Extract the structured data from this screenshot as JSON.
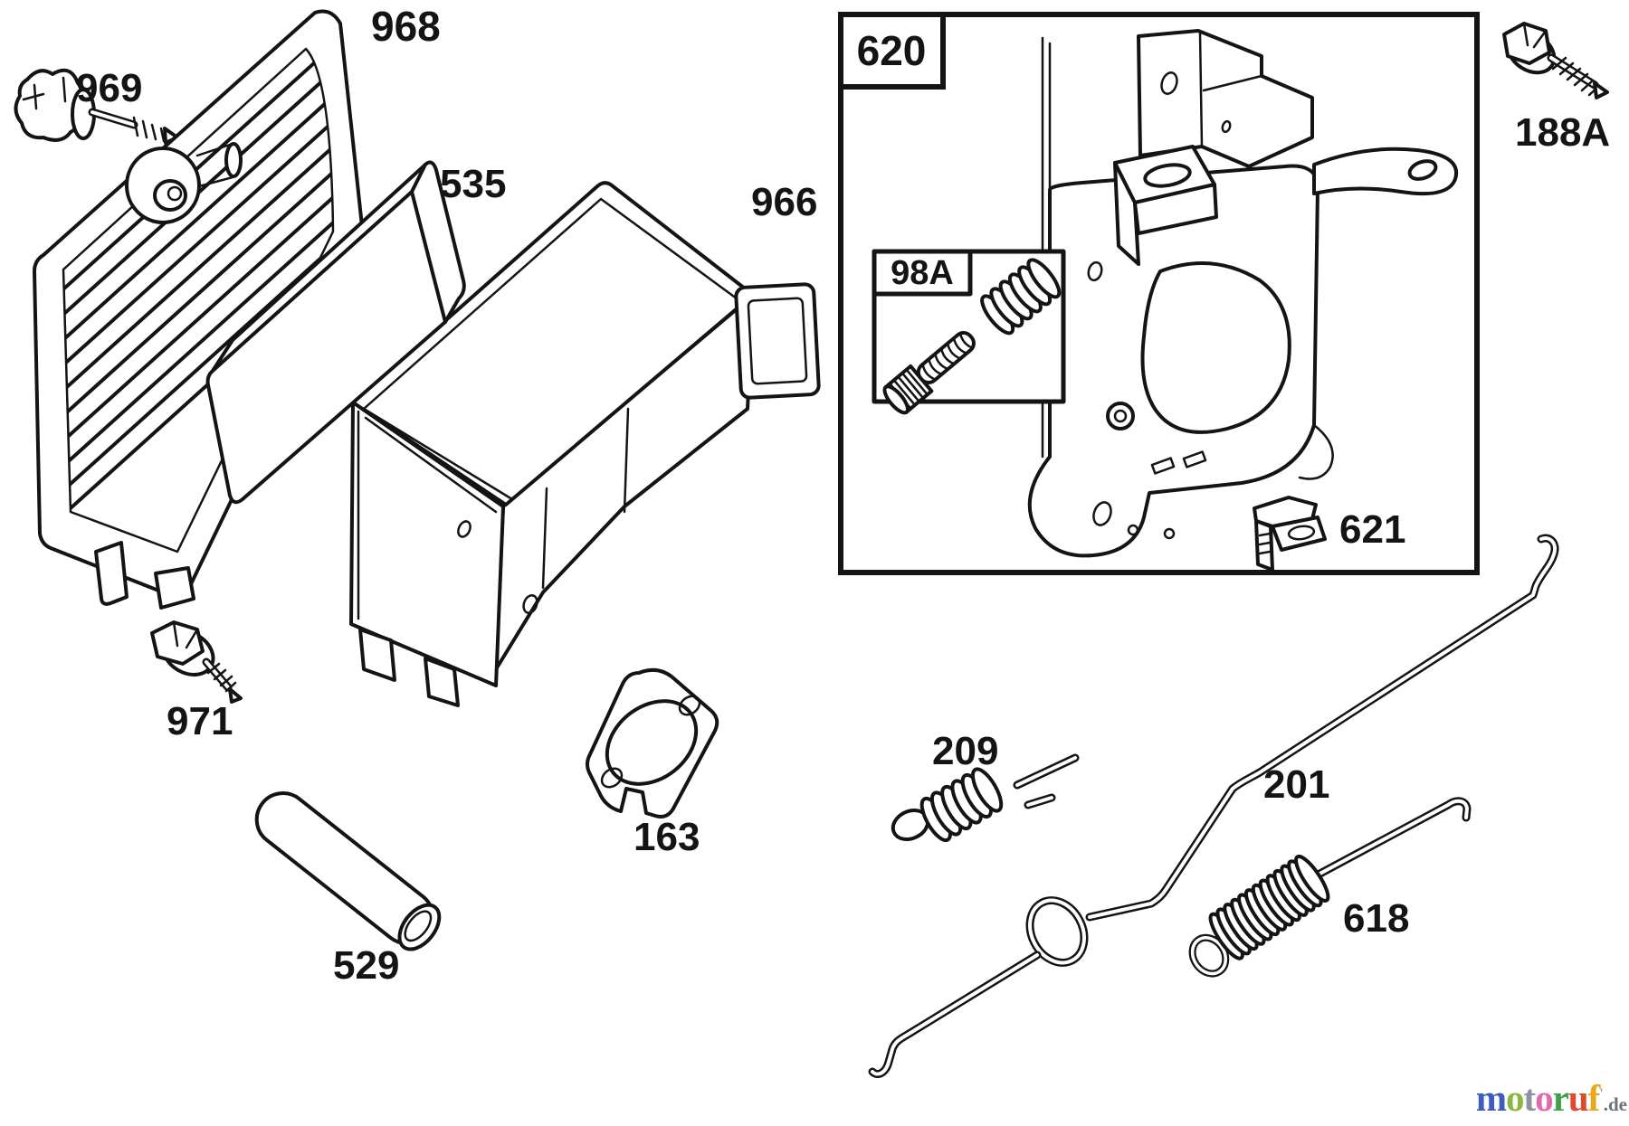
{
  "document": {
    "kind": "Exploded engine parts diagram: air cleaner, muffler guard and control bracket",
    "background": "#ffffff",
    "ink": "#141414"
  },
  "part_labels": {
    "air_cleaner_cover": "968",
    "cover_knob": "969",
    "air_filter_element": "535",
    "muffler_guard": "966",
    "flange_bolt": "971",
    "spacer_tube": "529",
    "exhaust_gasket": "163",
    "control_bracket_assembly": "620",
    "screw_and_spring_kit": "98A",
    "hex_bolt": "188A",
    "casing_clamp": "621",
    "governor_spring": "209",
    "control_rod": "201",
    "extension_spring": "618"
  },
  "watermark": {
    "letters": [
      {
        "char": "m",
        "color": "#3d5bc0"
      },
      {
        "char": "o",
        "color": "#8ab83c"
      },
      {
        "char": "t",
        "color": "#8b93a0"
      },
      {
        "char": "o",
        "color": "#e468ac"
      },
      {
        "char": "r",
        "color": "#3da24b"
      },
      {
        "char": "u",
        "color": "#de4a2b"
      },
      {
        "char": "f",
        "color": "#e9a71d"
      }
    ],
    "mark": "'",
    "mark_color": "#9aa0a8",
    "suffix": ".de",
    "suffix_color": "#6a6f78"
  }
}
